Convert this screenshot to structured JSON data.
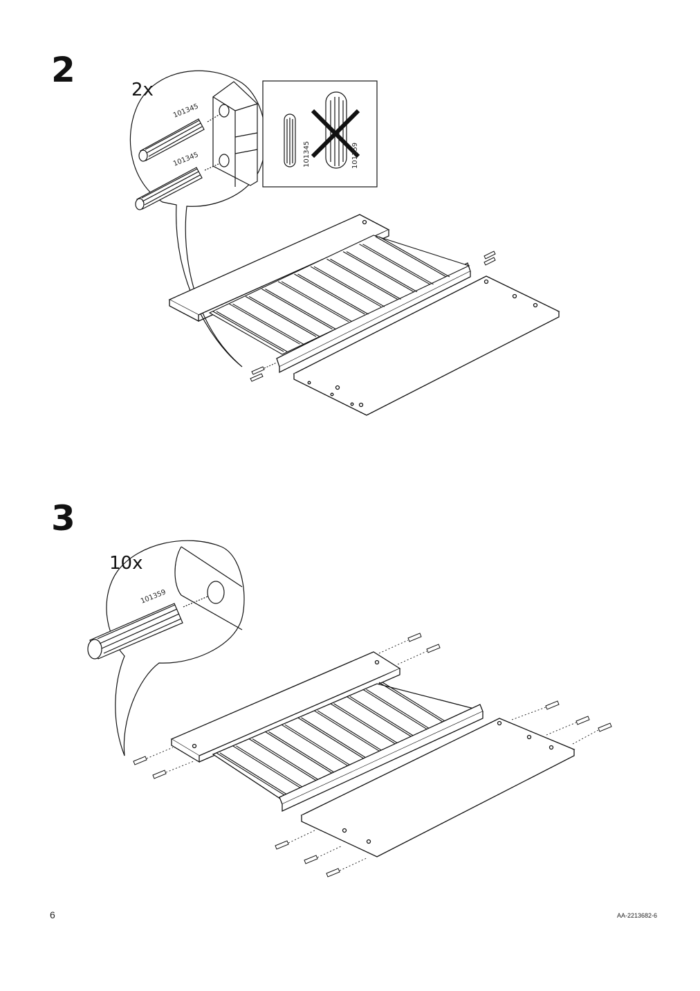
{
  "steps": [
    {
      "number": "2",
      "quantity": "2x",
      "part_ids": [
        "101345",
        "101345"
      ],
      "comparison": {
        "correct_part": "101345",
        "wrong_part": "101359"
      }
    },
    {
      "number": "3",
      "quantity": "10x",
      "part_ids": [
        "101359"
      ]
    }
  ],
  "footer": {
    "page_number": "6",
    "doc_code": "AA-2213682-6"
  }
}
